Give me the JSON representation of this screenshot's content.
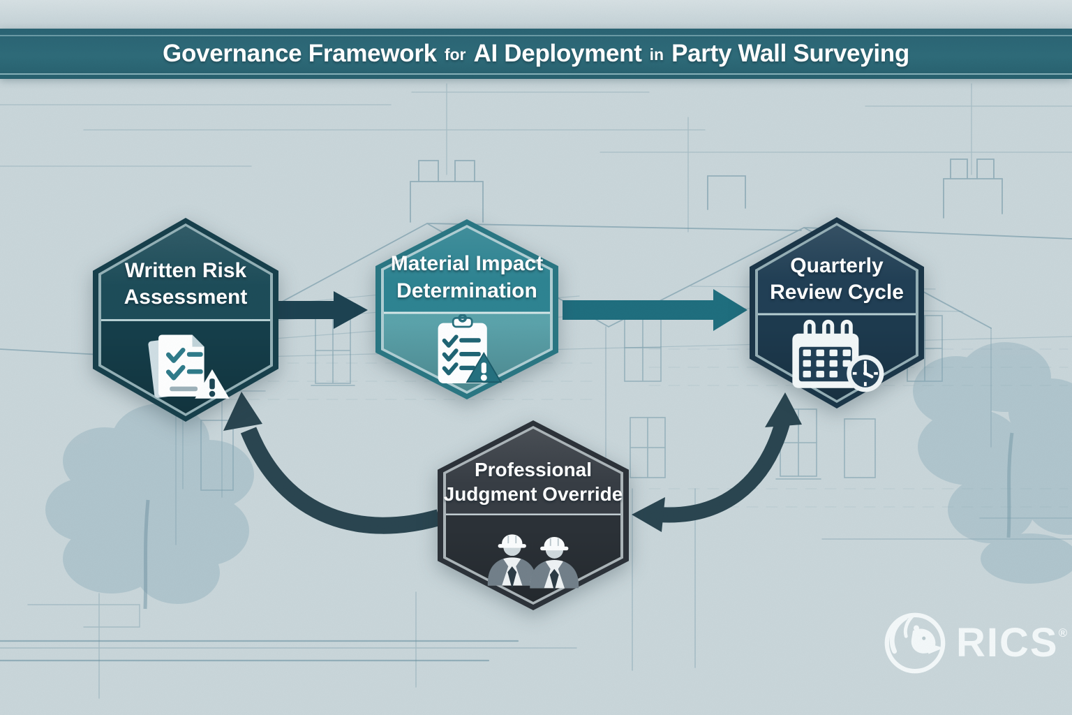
{
  "title": {
    "seg1": "Governance Framework",
    "conn1": "for",
    "seg2": "AI Deployment",
    "conn2": "in",
    "seg3": "Party Wall Surveying"
  },
  "nodes": [
    {
      "id": "written-risk-assessment",
      "line1": "Written Risk",
      "line2": "Assessment",
      "icon": "checklist-warning-icon"
    },
    {
      "id": "material-impact-determination",
      "line1": "Material Impact",
      "line2": "Determination",
      "icon": "clipboard-warning-icon"
    },
    {
      "id": "quarterly-review-cycle",
      "line1": "Quarterly",
      "line2": "Review Cycle",
      "icon": "calendar-clock-icon"
    },
    {
      "id": "professional-judgment-override",
      "line1": "Professional",
      "line2": "Judgment Override",
      "icon": "surveyors-icon"
    }
  ],
  "arrows": [
    {
      "id": "flow-1",
      "from": "Written Risk Assessment",
      "to": "Material Impact Determination",
      "style": "straight-right"
    },
    {
      "id": "flow-2",
      "from": "Material Impact Determination",
      "to": "Quarterly Review Cycle",
      "style": "straight-right"
    },
    {
      "id": "override-left",
      "from": "Professional Judgment Override",
      "to": "Written Risk Assessment",
      "style": "curved-up"
    },
    {
      "id": "override-right",
      "from": "Professional Judgment Override",
      "to": "Quarterly Review Cycle",
      "style": "curved-bidirectional"
    }
  ],
  "logo": {
    "name": "RICS",
    "reg": "®",
    "icon": "rics-lion-icon"
  },
  "background": {
    "motif": "blueprint sketch of terraced houses with trees"
  },
  "colors": {
    "page-bg": "#c9d6da",
    "banner-bg": "#2e6b79",
    "banner-line": "#9fc6cc",
    "hex-inner-line": "#bfd8db",
    "hex-divider": "#b7d0d4",
    "hex1-rim": "#173f4b",
    "hex1-top": "#1d4c59",
    "hex1-bottom": "#153e4a",
    "hex2-rim": "#2a7683",
    "hex2-top": "#2e8492",
    "hex2-bottom": "#5ba3ab",
    "hex3-rim": "#1b3648",
    "hex3-top": "#213f55",
    "hex3-bottom": "#1d3a4e",
    "hex4-rim": "#2c3239",
    "hex4-top": "#373d44",
    "hex4-bottom": "#2b3137",
    "arrow-navy": "#1d4251",
    "arrow-teal": "#1f6e7e",
    "arrow-slate": "#2a4550",
    "sketch-line": "#5f8a9b",
    "tree-fill": "#7fa5b4",
    "label-text": "#ffffff",
    "icon-teal": "#25707f",
    "icon-dark": "#1d4654",
    "logo-white": "#f6fafb"
  }
}
